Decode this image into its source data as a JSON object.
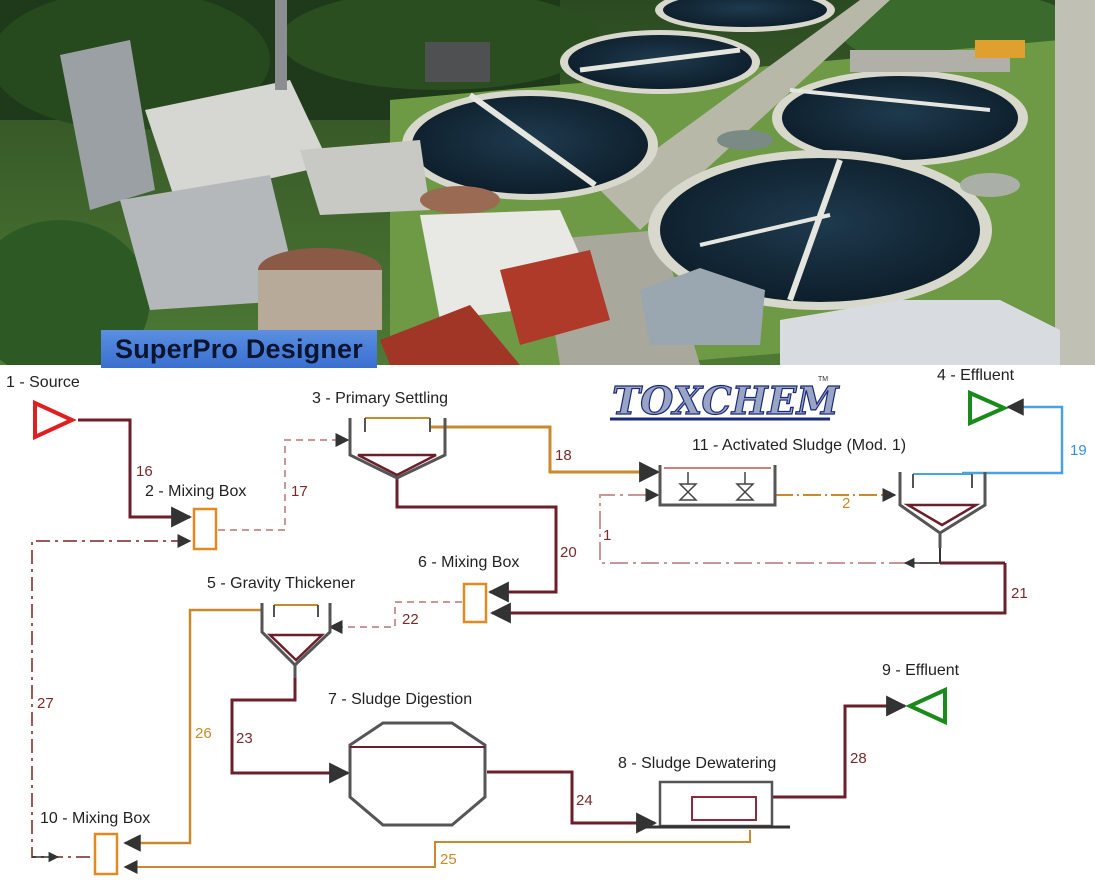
{
  "brand": {
    "superpro": "SuperPro Designer",
    "toxchem": "TOXCHEM",
    "tm": "TM"
  },
  "colors": {
    "maroon": "#6b1f2a",
    "orange": "#c98a2e",
    "blue": "#4aa3e0",
    "source": "#e02020",
    "effluent": "#1a8a1a",
    "pink": "#c89898"
  },
  "units": {
    "u1": "1 - Source",
    "u2": "2 - Mixing Box",
    "u3": "3 - Primary Settling",
    "u4": "4 - Effluent",
    "u5": "5 - Gravity Thickener",
    "u6": "6 - Mixing Box",
    "u7": "7 - Sludge Digestion",
    "u8": "8 - Sludge Dewatering",
    "u9": "9 - Effluent",
    "u10": "10 - Mixing Box",
    "u11": "11 - Activated Sludge (Mod. 1)"
  },
  "streams": {
    "s1": "1",
    "s2": "2",
    "s16": "16",
    "s17": "17",
    "s18": "18",
    "s19": "19",
    "s20": "20",
    "s21": "21",
    "s22": "22",
    "s23": "23",
    "s24": "24",
    "s25": "25",
    "s26": "26",
    "s27": "27",
    "s28": "28"
  }
}
